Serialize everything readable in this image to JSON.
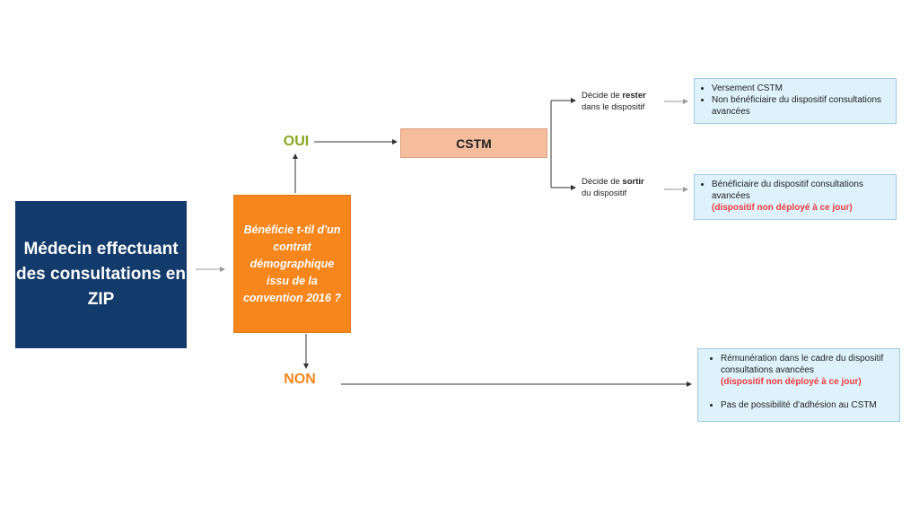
{
  "doctor": {
    "label": "Médecin effectuant des consultations en ZIP"
  },
  "question": {
    "label": "Bénéficie t-til d'un contrat démographique issu de la convention 2016 ?"
  },
  "oui": {
    "label": "OUI"
  },
  "non": {
    "label": "NON"
  },
  "cstm": {
    "label": "CSTM"
  },
  "branch_stay": {
    "prefix": "Décide de ",
    "keyword": "rester",
    "suffix": "dans le dispositif"
  },
  "branch_leave": {
    "prefix": "Décide de ",
    "keyword": "sortir",
    "suffix": "du dispositif"
  },
  "box_stay": {
    "items": [
      "Versement CSTM",
      "Non bénéficiaire du dispositif consultations avancées"
    ]
  },
  "box_leave": {
    "item": "Bénéficiaire du dispositif consultations avancées",
    "note": "(dispositif non déployé à ce jour)"
  },
  "box_no": {
    "item1": "Rémunération dans le cadre du dispositif consultations avancées",
    "item1_note": "(dispositif non déployé à ce jour)",
    "item2": "Pas de possibilité d'adhésion au CSTM"
  },
  "colors": {
    "doctor_bg": "#123a6b",
    "question_bg": "#f7861c",
    "cstm_bg": "#f5bd9c",
    "oui_text": "#8aa61e",
    "non_text": "#f7861c",
    "info_bg": "#def2fc",
    "warning_text": "#ee3b3b"
  }
}
